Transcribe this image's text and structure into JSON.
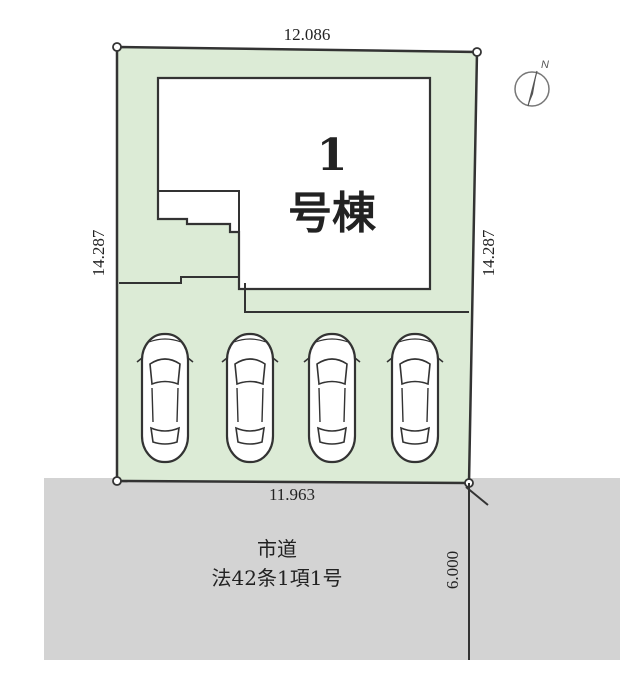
{
  "dimensions": {
    "top": "12.086",
    "left": "14.287",
    "right": "14.287",
    "bottom": "11.963",
    "road_width": "6.000"
  },
  "building": {
    "number": "1",
    "name": "号棟"
  },
  "road": {
    "line1": "市道",
    "line2": "法42条1項1号"
  },
  "parking": {
    "cars": [
      "car-1",
      "car-2",
      "car-3",
      "car-4"
    ]
  },
  "compass": {
    "label": "N"
  },
  "colors": {
    "lot": "#dcebd6",
    "road": "#d3d3d3",
    "line": "#333333"
  }
}
